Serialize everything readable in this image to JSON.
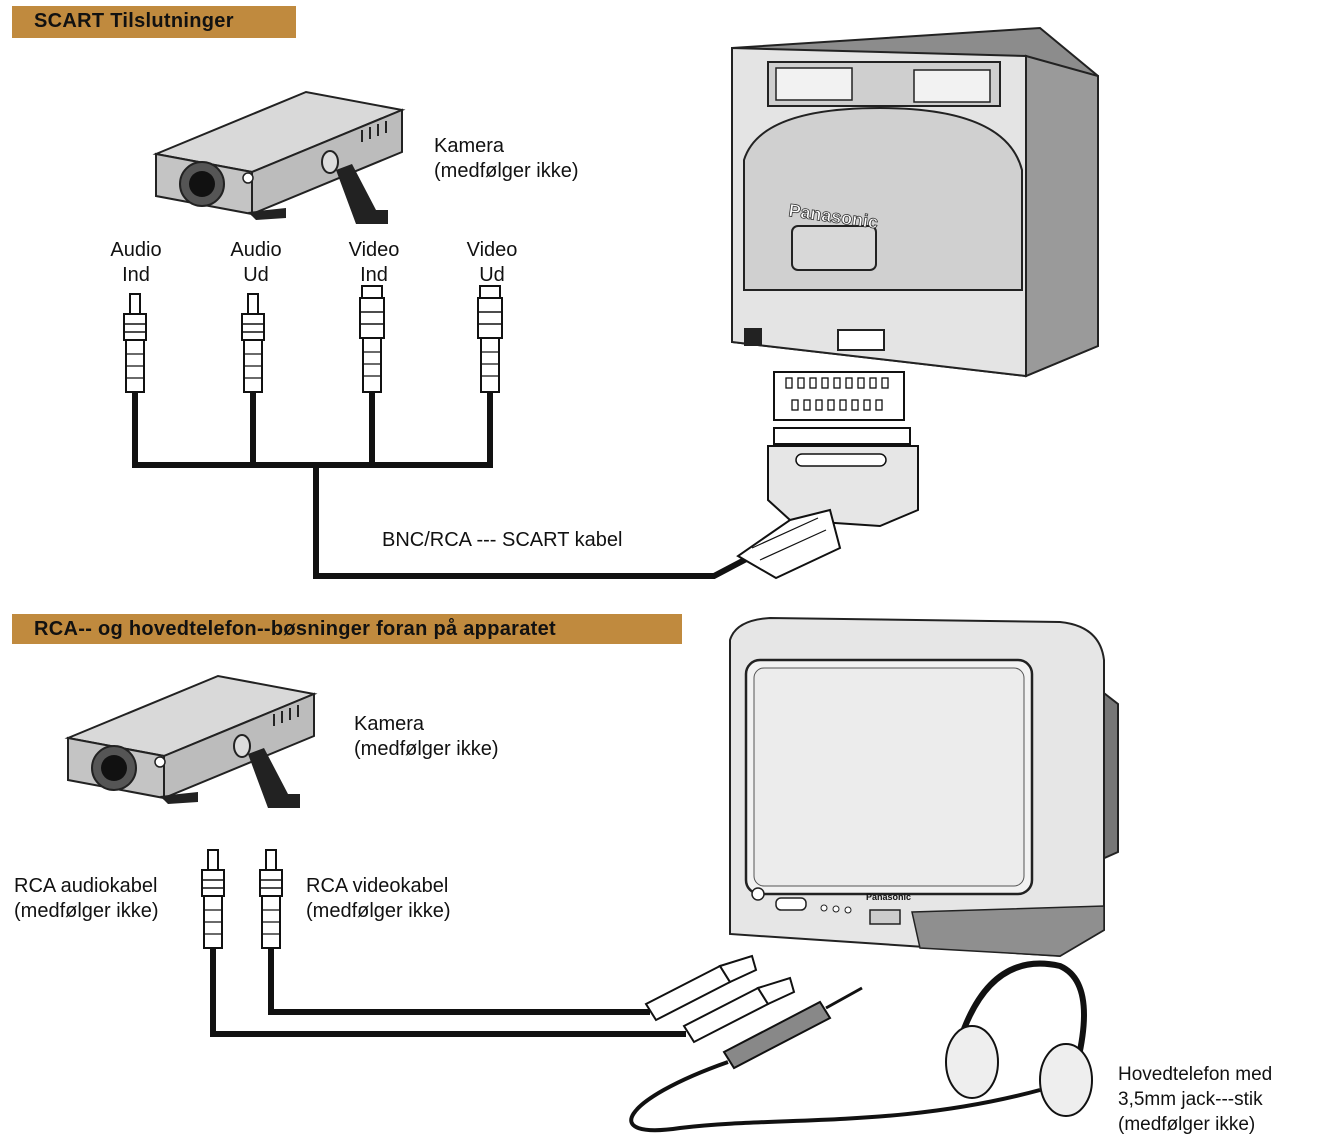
{
  "section_scart": {
    "title": "SCART Tilslutninger",
    "camera_label": "Kamera\n(medfølger ikke)",
    "connectors": [
      {
        "label": "Audio\nInd"
      },
      {
        "label": "Audio\nUd"
      },
      {
        "label": "Video\nInd"
      },
      {
        "label": "Video\nUd"
      }
    ],
    "cable_label": "BNC/RCA --- SCART kabel",
    "tv_brand": "Panasonic"
  },
  "section_front": {
    "title": "RCA-- og hovedtelefon--bøsninger foran på apparatet",
    "camera_label": "Kamera\n(medfølger ikke)",
    "audio_cable_label": "RCA audiokabel\n(medfølger ikke)",
    "video_cable_label": "RCA videokabel\n(medfølger ikke)",
    "headphone_label": "Hovedtelefon med\n3,5mm jack---stik\n(medfølger ikke)",
    "tv_brand": "Panasonic"
  },
  "colors": {
    "banner": "#c08a3e",
    "line": "#111111",
    "device_light": "#e2e2e2",
    "device_mid": "#bdbdbd",
    "device_dark": "#8c8c8c"
  }
}
